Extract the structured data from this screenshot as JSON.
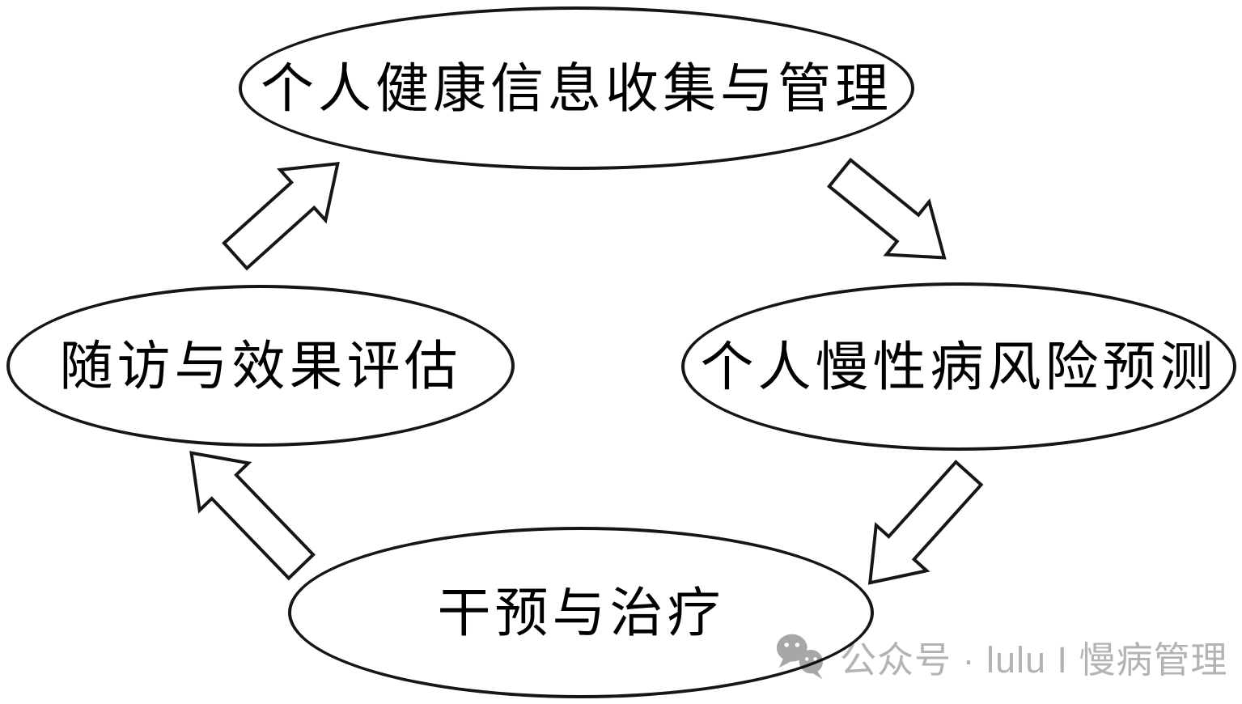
{
  "diagram": {
    "type": "cycle",
    "colors": {
      "stroke": "#161616",
      "node_fill": "#ffffff",
      "text": "#000000"
    },
    "nodes": {
      "top": {
        "label": "个人健康信息收集与管理"
      },
      "right": {
        "label": "个人慢性病风险预测"
      },
      "bottom": {
        "label": "干预与治疗"
      },
      "left": {
        "label": "随访与效果评估"
      }
    },
    "arrows": [
      {
        "from": "top",
        "to": "right"
      },
      {
        "from": "right",
        "to": "bottom"
      },
      {
        "from": "bottom",
        "to": "left"
      },
      {
        "from": "left",
        "to": "top"
      }
    ]
  },
  "watermark": {
    "icon": "wechat-icon",
    "text": "公众号 · lulu I 慢病管理",
    "color": "#b3b3b3"
  }
}
